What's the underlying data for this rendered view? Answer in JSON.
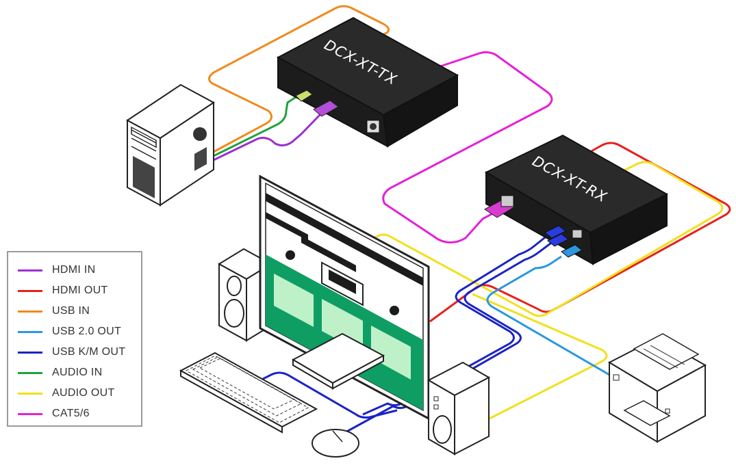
{
  "devices": {
    "transmitter_label": "DCX-XT-TX",
    "receiver_label": "DCX-XT-RX"
  },
  "legend": {
    "items": [
      {
        "label": "HDMI IN",
        "color": "#9b2fd1"
      },
      {
        "label": "HDMI OUT",
        "color": "#e8201c"
      },
      {
        "label": "USB IN",
        "color": "#f08a1c"
      },
      {
        "label": "USB 2.0 OUT",
        "color": "#2a97e0"
      },
      {
        "label": "USB K/M OUT",
        "color": "#1a23c6"
      },
      {
        "label": "AUDIO IN",
        "color": "#1fa23a"
      },
      {
        "label": "AUDIO OUT",
        "color": "#f2e01a"
      },
      {
        "label": "CAT5/6",
        "color": "#e61fd8"
      }
    ]
  },
  "colors": {
    "device_body": "#1c1c1c",
    "screen_green": "#0e9e63",
    "screen_card": "#bff1c9",
    "outline": "#222222"
  }
}
